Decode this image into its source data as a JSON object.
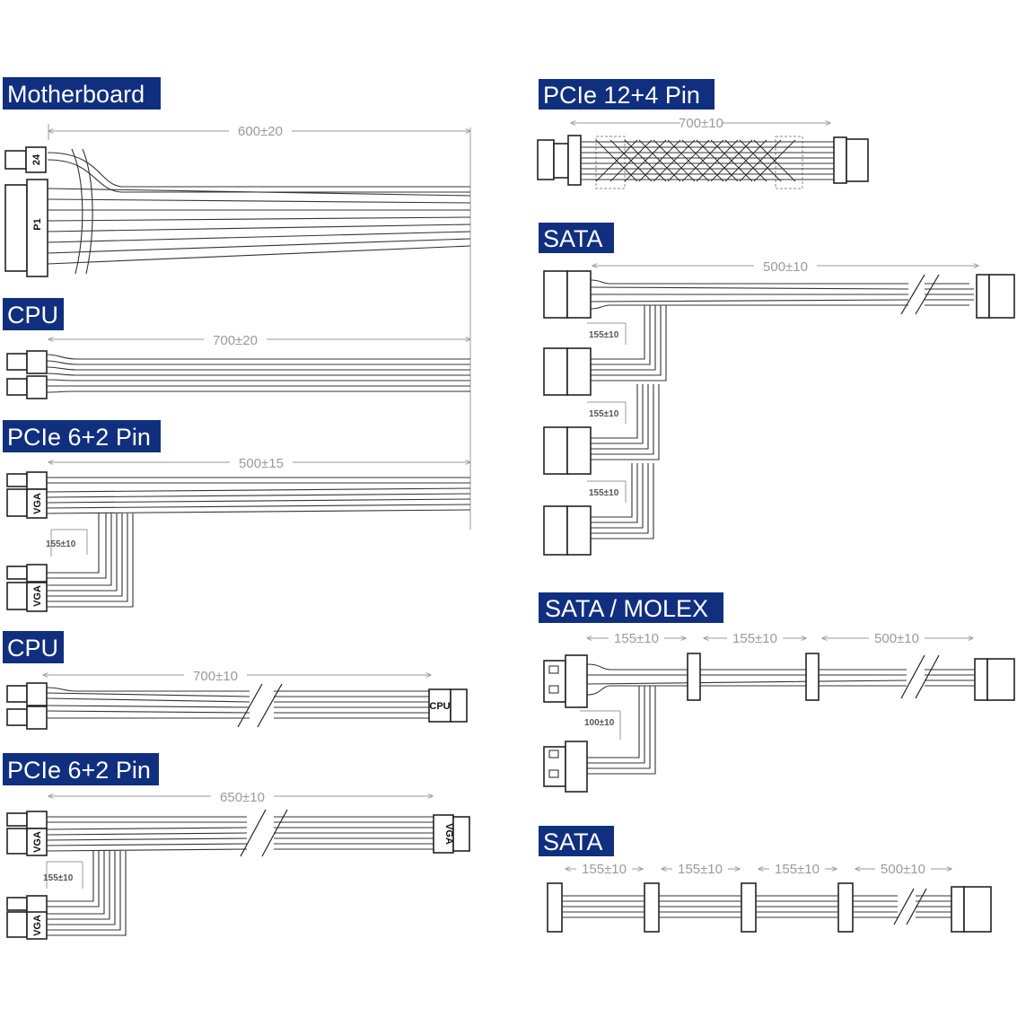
{
  "sections": {
    "motherboard": {
      "title": "Motherboard",
      "dim": "600±20",
      "label_top": "24",
      "label_main": "P1"
    },
    "cpu1": {
      "title": "CPU",
      "dim": "700±20"
    },
    "pcie1": {
      "title": "PCIe 6+2 Pin",
      "dim": "500±15",
      "sub_dim": "155±10",
      "label": "VGA"
    },
    "cpu2": {
      "title": "CPU",
      "dim": "700±10",
      "label": "CPU"
    },
    "pcie2": {
      "title": "PCIe 6+2 Pin",
      "dim": "650±10",
      "sub_dim": "155±10",
      "label": "VGA"
    },
    "pcie124": {
      "title": "PCIe 12+4 Pin",
      "dim": "700±10"
    },
    "sata1": {
      "title": "SATA",
      "dim": "500±10",
      "sub_dim": "155±10"
    },
    "satamolex": {
      "title": "SATA / MOLEX",
      "dims": [
        "155±10",
        "155±10",
        "500±10"
      ],
      "sub_dim": "100±10"
    },
    "sata2": {
      "title": "SATA",
      "dims": [
        "155±10",
        "155±10",
        "155±10",
        "500±10"
      ]
    }
  },
  "colors": {
    "title_bg": "#102f7f",
    "title_text": "#ffffff",
    "dimension": "#9a9a9a",
    "wire": "#333333"
  }
}
